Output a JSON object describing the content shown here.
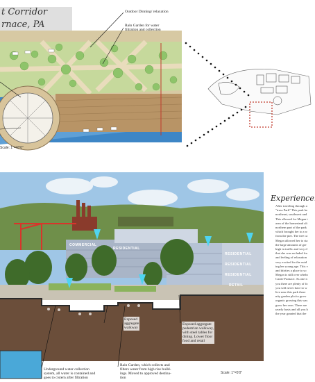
{
  "title": {
    "line1": "t Corridor",
    "line2": "rnace, PA"
  },
  "plan_callouts": {
    "outdoor_dining": "Outdoor Dinning/ relaxation",
    "rain_garden_1": "Rain Garden for water",
    "rain_garden_2": "filtration and collection"
  },
  "plan_scale": "Scale: 1\"=40'0\"",
  "section_callouts": {
    "walkway_1": "Exposed",
    "walkway_2": "aggregate",
    "walkway_3": "walkway",
    "ped_1": "Exposed aggregate",
    "ped_2": "pedestrian walkway,",
    "ped_3": "with steel tables for",
    "ped_4": "dining. Lower floor",
    "ped_5": "food and retail",
    "underground_1": "Underground water collection",
    "underground_2": "system, all water is contained and",
    "underground_3": "goes to cistern after filtration",
    "raingarden_1": "Rain Garden, which collects and",
    "raingarden_2": "filters water from high rise build-",
    "raingarden_3": "ings. Moved to approved destina-",
    "raingarden_4": "tion"
  },
  "section_scale": "Scale: 1\"=5'0\"",
  "building_labels": {
    "commercial": "COMMERCIAL",
    "residential": "RESIDENTIAL",
    "retail": "RETAIL"
  },
  "experience": {
    "title": "Experience:",
    "lines": [
      "After traveling through a",
      "\"truss Park\" This park be",
      "northeast, southwest and",
      "This allowed for Megan t",
      "area of the homestead alt",
      "northern part of the park",
      "which brought her to a w",
      "from the pier. The tree ca",
      "Megan allowed her to sta",
      "the large amounts of gre",
      "high in traffic and very d",
      "that she was secluded fro",
      "and feeling of relaxation",
      "very excited for the outd",
      "ing her young age. This v",
      "and thirties a place to so",
      "Megan is still over wheln",
      "Carrie Furnace. As one n",
      "you there are plenty of fo",
      "you will never have to w",
      "live near this park there",
      "nity garden plot to grow",
      "organic growing this was",
      "grow her own. There are",
      "yearly basis and all you h",
      "the year granted that the"
    ]
  },
  "colors": {
    "water": "#3d86c6",
    "plaza": "#c8b48c",
    "garden": "#b9cf8a",
    "tree": "#8ec46a",
    "sky": "#9fc6e6",
    "soil": "#6b4e3a",
    "accent_red": "#c0392b"
  }
}
